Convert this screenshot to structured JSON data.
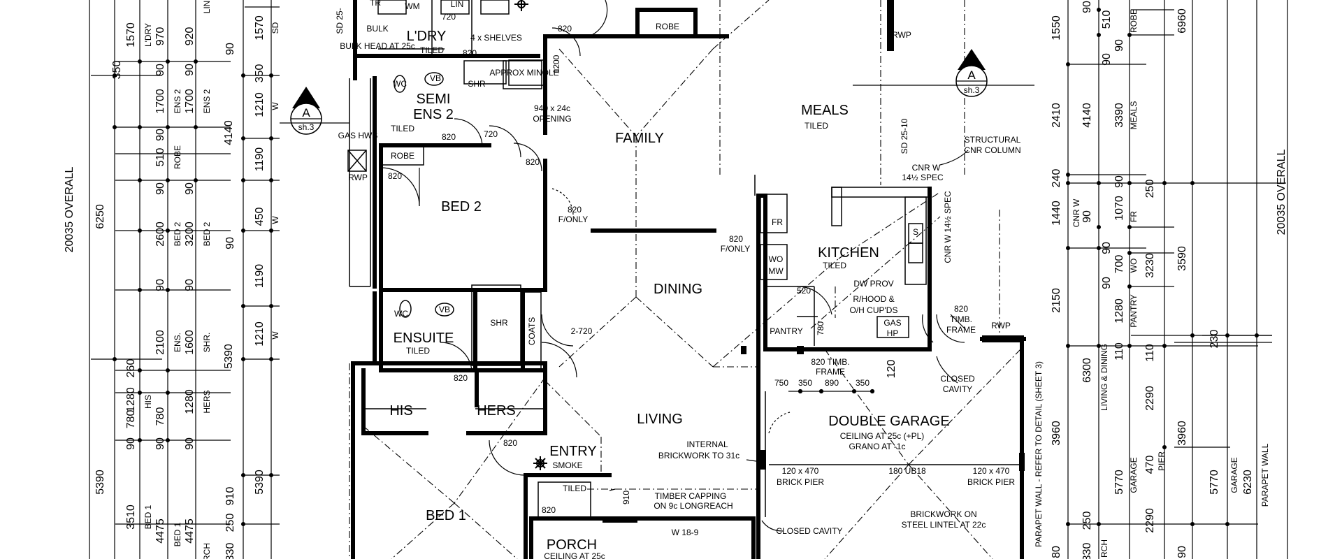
{
  "rooms": {
    "laundry": "L'DRY",
    "laundry_finish": "TILED",
    "bulkhead": "BULK HEAD AT 25c",
    "shelves": "4 x SHELVES",
    "robe_top": "ROBE",
    "family": "FAMILY",
    "semi_ens": "SEMI",
    "semi_ens2": "ENS 2",
    "semi_ens_finish": "TILED",
    "gas_hws": "GAS HWS",
    "robe_bed2": "ROBE",
    "bed2": "BED 2",
    "meals": "MEALS",
    "meals_finish": "TILED",
    "kitchen": "KITCHEN",
    "kitchen_finish": "TILED",
    "dining": "DINING",
    "ensuite": "ENSUITE",
    "ensuite_finish": "TILED",
    "shr": "SHR",
    "coats": "COATS",
    "pantry": "PANTRY",
    "his": "HIS",
    "hers": "HERS",
    "living": "LIVING",
    "double_garage": "DOUBLE GARAGE",
    "entry": "ENTRY",
    "smoke": "SMOKE",
    "bed1": "BED 1",
    "porch": "PORCH",
    "porch_ceiling": "CEILING AT 25c",
    "tiled_entry": "TILED",
    "wc": "WC",
    "vb": "VB",
    "wm": "WM",
    "lin": "LIN",
    "tr": "TR",
    "fr": "FR",
    "wo": "WO",
    "mw": "MW",
    "gas_hp": "GAS",
    "gas_hp2": "HP",
    "s": "S"
  },
  "notes": {
    "approx_minole": "APPROX MINOLE",
    "opening_940": "940 x 24c",
    "opening": "OPENING",
    "f_only_1": "F/ONLY",
    "f_only_2": "F/ONLY",
    "rwp_top": "RWP",
    "rwp_left": "RWP",
    "rwp_right": "RWP",
    "structural_cnr": "STRUCTURAL",
    "structural_cnr2": "CNR COLUMN",
    "cnr_w_spec": "CNR W",
    "cnr_w_spec2": "14½ SPEC",
    "cnr_w_vert": "CNR W 14½ SPEC",
    "dw_prov": "DW PROV",
    "rhood": "R/HOOD &",
    "rhood2": "O/H CUP'DS",
    "timb_frame": "820",
    "timb_frame2": "TIMB.",
    "timb_frame3": "FRAME",
    "timb_frame_b": "820 TIMB.",
    "timb_frame_b2": "FRAME",
    "closed_cavity": "CLOSED",
    "closed_cavity2": "CAVITY",
    "closed_cavity_b": "CLOSED CAVITY",
    "ceiling_garage": "CEILING AT 25c (+PL)",
    "grano": "GRANO AT -1c",
    "internal_brick": "INTERNAL",
    "internal_brick2": "BRICKWORK TO 31c",
    "brick_pier_l": "120 x 470",
    "brick_pier_l2": "BRICK PIER",
    "brick_pier_r": "120 x 470",
    "brick_pier_r2": "BRICK PIER",
    "ub18": "180 UB18",
    "timber_capping": "TIMBER CAPPING",
    "timber_capping2": "ON 9c LONGREACH",
    "brickwork_steel": "BRICKWORK ON",
    "brickwork_steel2": "STEEL LINTEL AT 22c",
    "parapet": "PARAPET WALL - REFER TO DETAIL (SHEET 3)",
    "parapet_right": "PARAPET WALL",
    "w_18_9": "W 18-9",
    "sd_25_10": "SD 25-10",
    "sd_25": "SD 25-",
    "section_a": "A",
    "section_sh": "sh.3",
    "door_2_720": "2-720"
  },
  "door_widths": [
    "820",
    "820",
    "720",
    "820",
    "820",
    "820",
    "820",
    "820",
    "820",
    "720",
    "1200",
    "520",
    "780",
    "120",
    "910",
    "750",
    "350",
    "890",
    "350"
  ],
  "dims_left": {
    "overall": "20035 OVERALL",
    "d6250": "6250",
    "d5390": "5390",
    "d1570": "1570",
    "d350": "350",
    "d970": "970",
    "d1700": "1700",
    "d510": "510",
    "d2600": "2600",
    "d2100": "2100",
    "d260": "260",
    "d1280": "1280",
    "d780": "780",
    "d3510": "3510",
    "d4475": "4475",
    "d90": "90",
    "d920": "920",
    "d3200": "3200",
    "d1600": "1600",
    "d4140": "4140",
    "d1210": "1210",
    "d1190": "1190",
    "d450": "450",
    "d910": "910",
    "d250": "250",
    "d330": "330",
    "lbl_ldry": "L'DRY",
    "lbl_ens2": "ENS 2",
    "lbl_robe": "ROBE",
    "lbl_bed2": "BED 2",
    "lbl_ens": "ENS.",
    "lbl_shr": "SHR.",
    "lbl_his": "HIS",
    "lbl_hers": "HERS",
    "lbl_bed1": "BED 1",
    "lbl_rch": "RCH",
    "lbl_sd": "SD",
    "lbl_w": "W",
    "lbl_lin": "LIN"
  },
  "dims_right": {
    "overall": "20035 OVERALL",
    "d1550": "1550",
    "d2410": "2410",
    "d1440": "1440",
    "d2150": "2150",
    "d3960": "3960",
    "d6300": "6300",
    "d5770": "5770",
    "d6960": "6960",
    "d4140": "4140",
    "d3390": "3390",
    "d1070": "1070",
    "d700": "700",
    "d1280": "1280",
    "d3230": "3230",
    "d3590": "3590",
    "d2290": "2290",
    "d6230": "6230",
    "d470": "470",
    "d240": "240",
    "d250": "250",
    "d230": "230",
    "d110": "110",
    "d510": "510",
    "d90": "90",
    "d330": "330",
    "d80": "80",
    "lbl_robe": "ROBE",
    "lbl_meals": "MEALS",
    "lbl_cnrw": "CNR W",
    "lbl_fr": "FR",
    "lbl_wo": "WO",
    "lbl_pantry": "PANTRY",
    "lbl_living": "LIVING & DINING",
    "lbl_garage": "GARAGE",
    "lbl_pier": "PIER",
    "lbl_rch": "RCH"
  }
}
